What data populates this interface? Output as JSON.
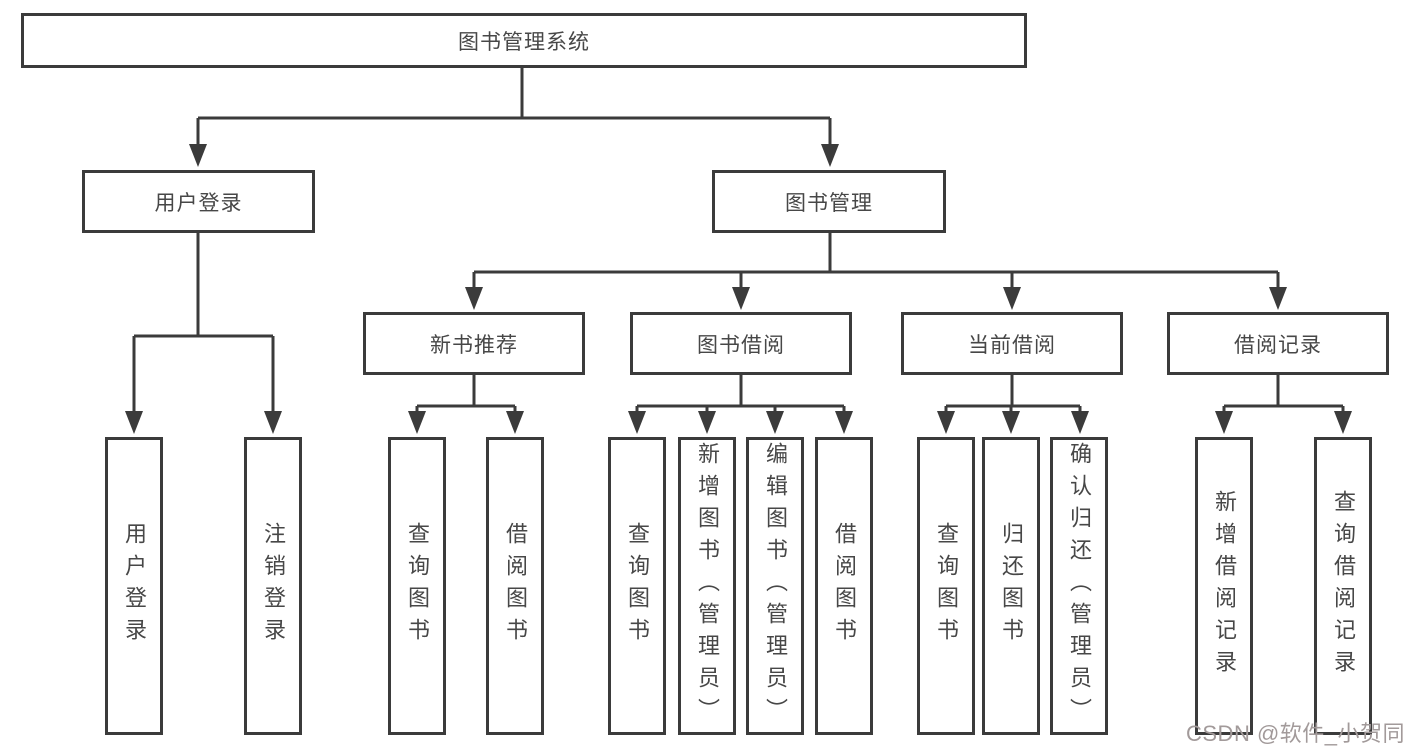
{
  "tree": {
    "root": {
      "label": "图书管理系统"
    },
    "branches": [
      {
        "label": "用户登录",
        "children": [
          {
            "label": "用户登录"
          },
          {
            "label": "注销登录"
          }
        ]
      },
      {
        "label": "图书管理",
        "children": [
          {
            "label": "新书推荐",
            "children": [
              {
                "label": "查询图书"
              },
              {
                "label": "借阅图书"
              }
            ]
          },
          {
            "label": "图书借阅",
            "children": [
              {
                "label": "查询图书"
              },
              {
                "label": "新增图书（管理员）"
              },
              {
                "label": "编辑图书（管理员）"
              },
              {
                "label": "借阅图书"
              }
            ]
          },
          {
            "label": "当前借阅",
            "children": [
              {
                "label": "查询图书"
              },
              {
                "label": "归还图书"
              },
              {
                "label": "确认归还（管理员）"
              }
            ]
          },
          {
            "label": "借阅记录",
            "children": [
              {
                "label": "新增借阅记录"
              },
              {
                "label": "查询借阅记录"
              }
            ]
          }
        ]
      }
    ]
  },
  "watermark": {
    "text": "CSDN @软件_小贺同学"
  },
  "colors": {
    "line": "#3b3b3b",
    "box_border": "#3b3b3b",
    "box_background": "#ffffff",
    "text": "#474747",
    "watermark": "#a29a9a"
  }
}
